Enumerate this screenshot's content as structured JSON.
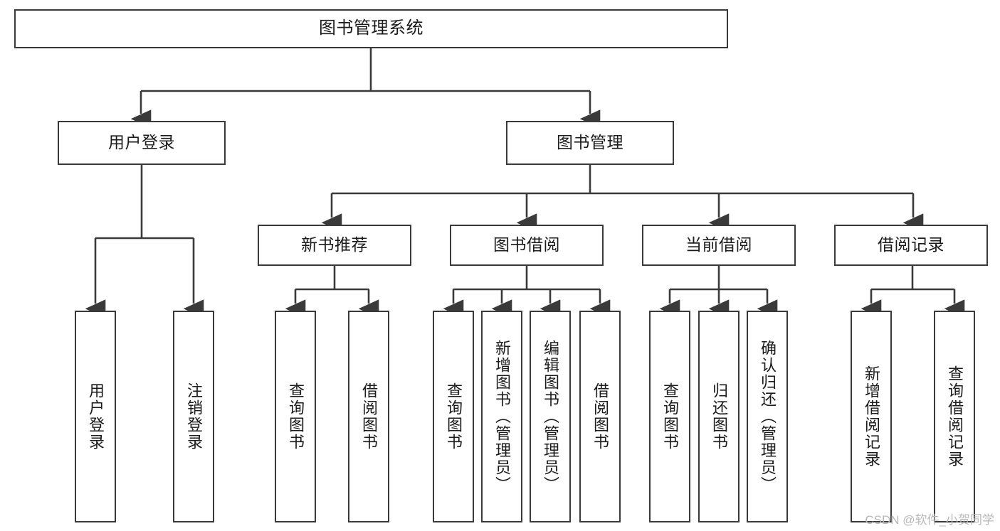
{
  "diagram": {
    "type": "tree-hierarchy-chart",
    "title": "图书管理系统",
    "stroke_color": "#3a3a3a",
    "fill_color": "#ffffff",
    "text_color": "#1b1b1b",
    "levels": {
      "root": {
        "label": "图书管理系统"
      },
      "level1": [
        {
          "id": "user-login",
          "label": "用户登录"
        },
        {
          "id": "book-management",
          "label": "图书管理"
        }
      ],
      "level2": [
        {
          "id": "new-book-recommend",
          "label": "新书推荐",
          "parent": "book-management"
        },
        {
          "id": "book-borrow",
          "label": "图书借阅",
          "parent": "book-management"
        },
        {
          "id": "current-borrow",
          "label": "当前借阅",
          "parent": "book-management"
        },
        {
          "id": "borrow-record",
          "label": "借阅记录",
          "parent": "book-management"
        }
      ],
      "leaves": [
        {
          "id": "leaf-user-login",
          "label": "用户登录",
          "parent": "user-login"
        },
        {
          "id": "leaf-logout-login",
          "label": "注销登录",
          "parent": "user-login"
        },
        {
          "id": "leaf-query-book-1",
          "label": "查询图书",
          "parent": "new-book-recommend"
        },
        {
          "id": "leaf-borrow-book-1",
          "label": "借阅图书",
          "parent": "new-book-recommend"
        },
        {
          "id": "leaf-query-book-2",
          "label": "查询图书",
          "parent": "book-borrow"
        },
        {
          "id": "leaf-add-book-admin",
          "label": "新增图书（管理员）",
          "parent": "book-borrow"
        },
        {
          "id": "leaf-edit-book-admin",
          "label": "编辑图书（管理员）",
          "parent": "book-borrow"
        },
        {
          "id": "leaf-borrow-book-2",
          "label": "借阅图书",
          "parent": "book-borrow"
        },
        {
          "id": "leaf-query-book-3",
          "label": "查询图书",
          "parent": "current-borrow"
        },
        {
          "id": "leaf-return-book",
          "label": "归还图书",
          "parent": "current-borrow"
        },
        {
          "id": "leaf-confirm-return-admin",
          "label": "确认归还（管理员）",
          "parent": "current-borrow"
        },
        {
          "id": "leaf-add-borrow-record",
          "label": "新增借阅记录",
          "parent": "borrow-record"
        },
        {
          "id": "leaf-query-borrow-record",
          "label": "查询借阅记录",
          "parent": "borrow-record"
        }
      ]
    }
  },
  "watermark": {
    "text": "CSDN @软件_小贺同学"
  }
}
